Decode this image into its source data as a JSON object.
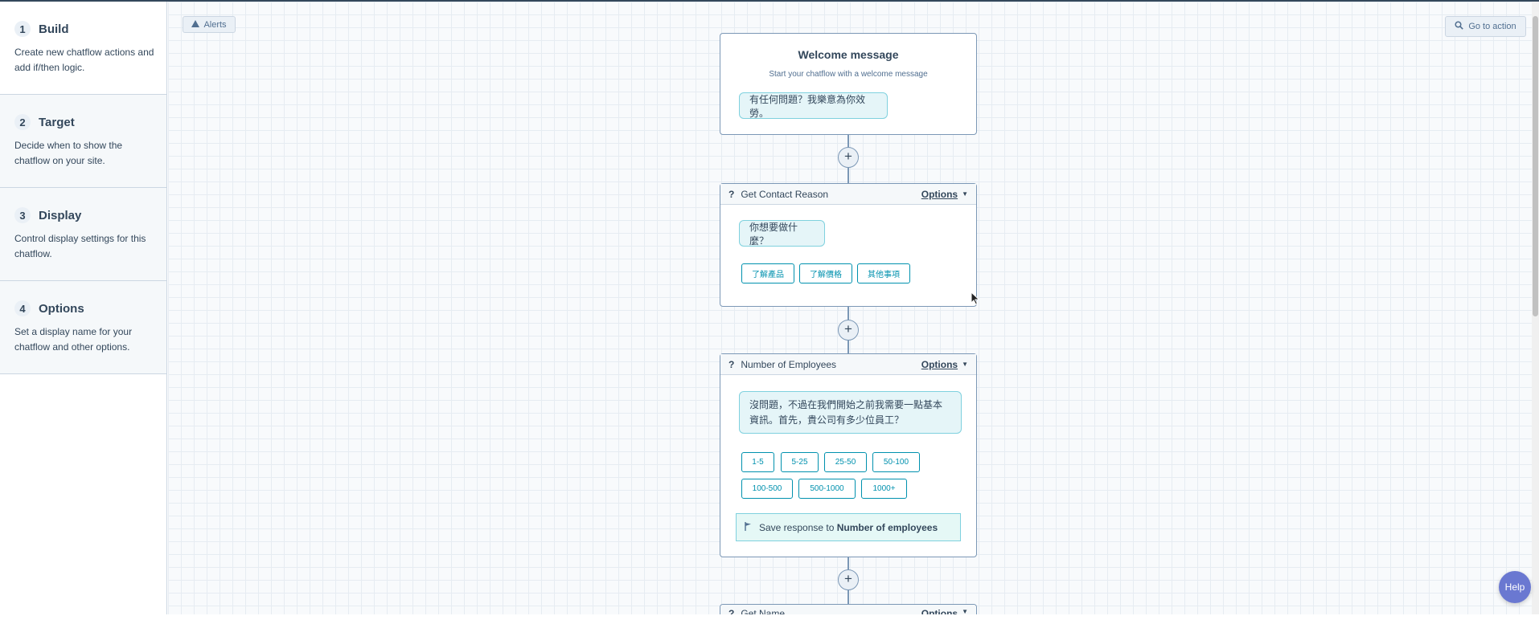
{
  "sidebar": {
    "steps": [
      {
        "num": "1",
        "title": "Build",
        "desc": "Create new chatflow actions and add if/then logic."
      },
      {
        "num": "2",
        "title": "Target",
        "desc": "Decide when to show the chatflow on your site."
      },
      {
        "num": "3",
        "title": "Display",
        "desc": "Control display settings for this chatflow."
      },
      {
        "num": "4",
        "title": "Options",
        "desc": "Set a display name for your chatflow and other options."
      }
    ]
  },
  "toolbar": {
    "alerts_label": "Alerts",
    "goto_label": "Go to action",
    "help_label": "Help"
  },
  "flow": {
    "plus": "+",
    "welcome": {
      "title": "Welcome message",
      "subtitle": "Start your chatflow with a welcome message",
      "message": "有任何問題？我樂意為你效勞。"
    },
    "contact_reason": {
      "q": "?",
      "name": "Get Contact Reason",
      "options_label": "Options",
      "message": "你想要做什麼？",
      "choices": [
        "了解產品",
        "了解價格",
        "其他事項"
      ]
    },
    "employees": {
      "q": "?",
      "name": "Number of Employees",
      "options_label": "Options",
      "message": "沒問題，不過在我們開始之前我需要一點基本資訊。首先，貴公司有多少位員工？",
      "choices": [
        "1-5",
        "5-25",
        "25-50",
        "50-100",
        "100-500",
        "500-1000",
        "1000+"
      ],
      "save_prefix": "Save response to",
      "save_field": "Number of employees"
    },
    "get_name": {
      "q": "?",
      "name": "Get Name",
      "options_label": "Options"
    }
  },
  "colors": {
    "accent": "#0091ae",
    "bubble": "#e5f5f8",
    "border": "#7c98b6",
    "help": "#6a78d1"
  }
}
